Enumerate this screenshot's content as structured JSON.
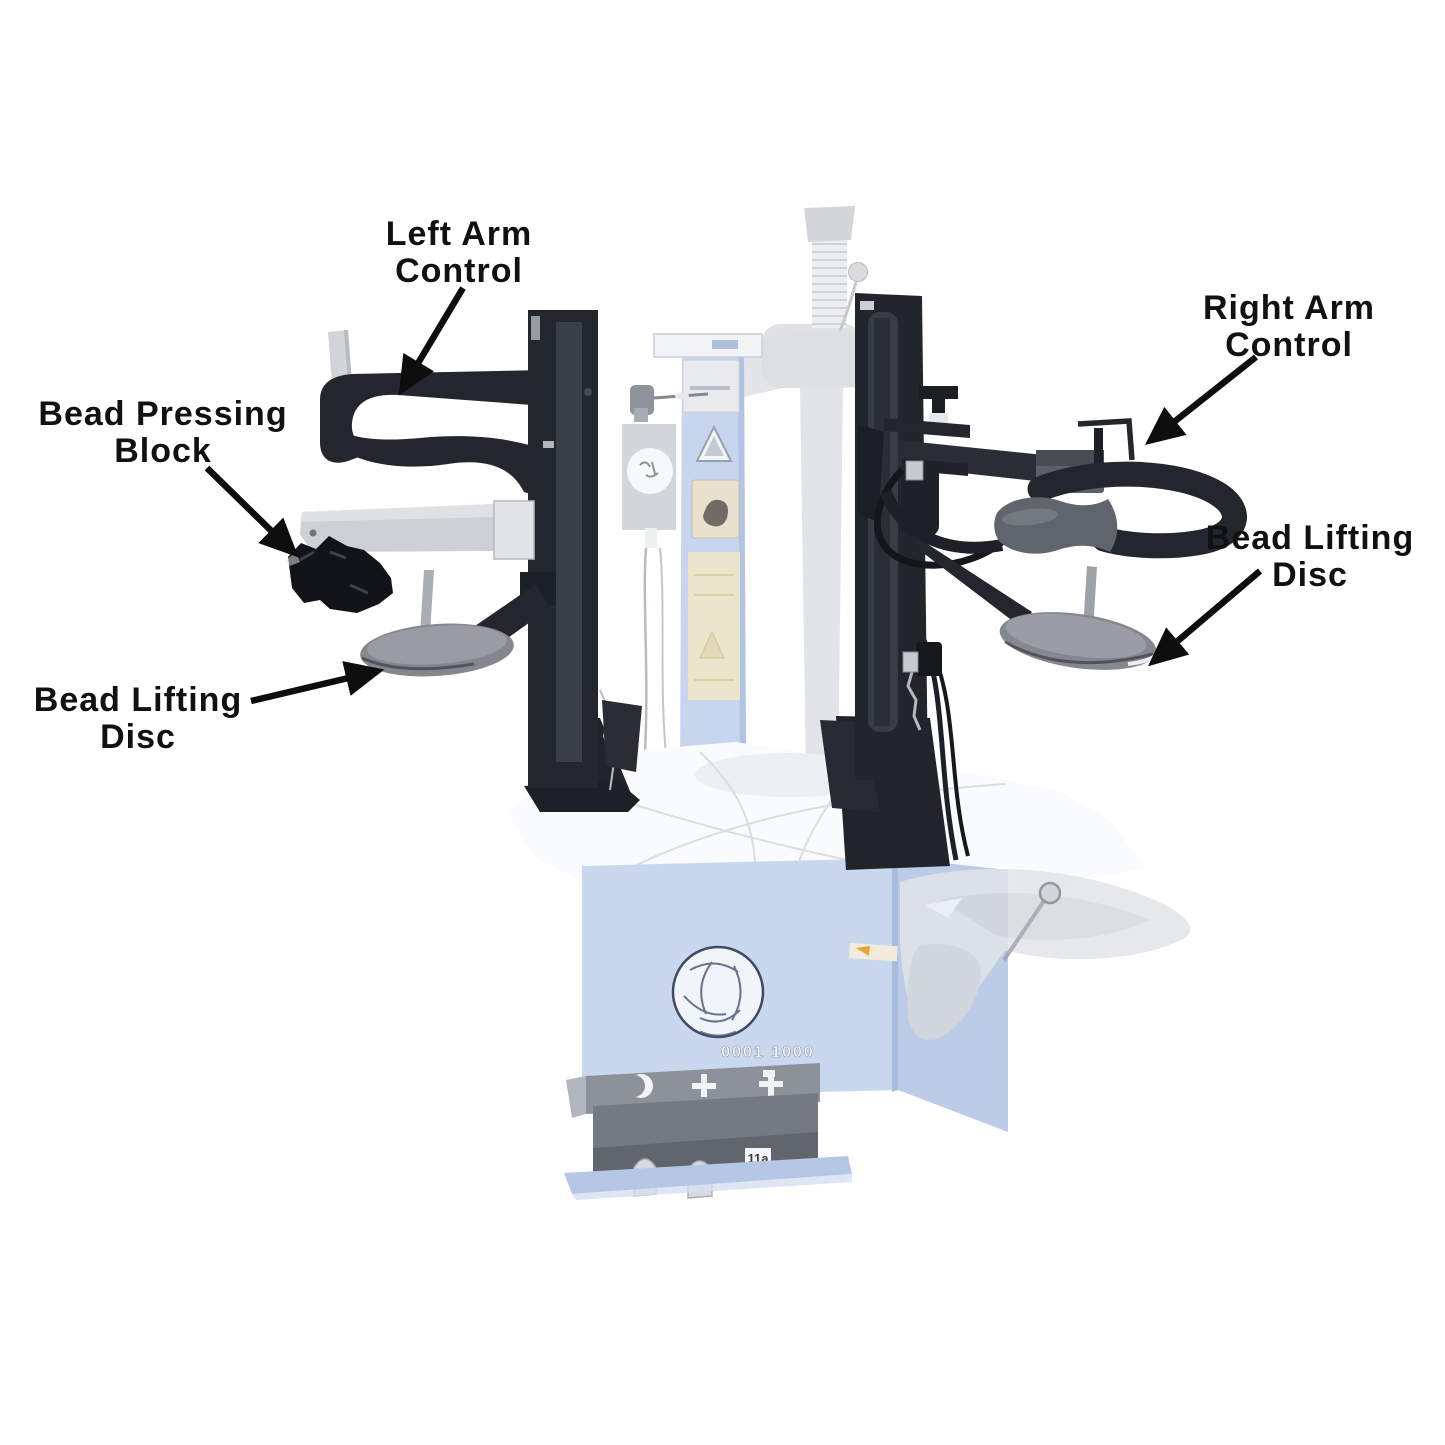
{
  "callouts": {
    "left_arm_control": {
      "line1": "Left Arm",
      "line2": "Control"
    },
    "right_arm_control": {
      "line1": "Right Arm",
      "line2": "Control"
    },
    "bead_pressing_block": {
      "line1": "Bead Pressing",
      "line2": "Block"
    },
    "bead_lifting_disc_left": {
      "line1": "Bead Lifting",
      "line2": "Disc"
    },
    "bead_lifting_disc_right": {
      "line1": "Bead Lifting",
      "line2": "Disc"
    }
  },
  "machine": {
    "model_text": "0001 1000",
    "pedal_box_label": "11a"
  },
  "colors": {
    "background": "#ffffff",
    "label_text": "#111111",
    "arrow": "#0d0d0d",
    "arm_black": "#23262d",
    "machine_blue": "#c9d8ee",
    "faded_gray": "#d9dbdf",
    "disc_gray": "#85888f"
  }
}
